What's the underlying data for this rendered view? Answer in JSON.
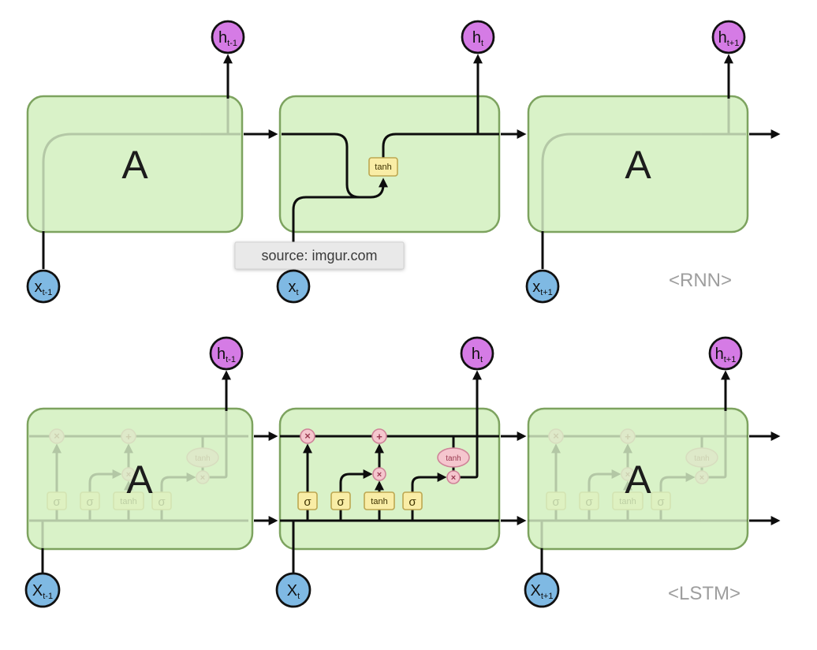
{
  "colors": {
    "background": "#ffffff",
    "line": "#0d0d0d",
    "cell_fill": "#d9f2c8",
    "cell_stroke": "#7da35f",
    "cell_label_text": "#1c1c1c",
    "h_node_fill": "#d57be5",
    "x_node_fill": "#7fb9e3",
    "node_stroke": "#111111",
    "gate_fill": "#f9eda6",
    "gate_stroke": "#bda751",
    "gate_text": "#3d3200",
    "op_fill": "#f5c6ce",
    "op_stroke": "#cf8398",
    "op_text": "#993a50",
    "caption_text": "#9e9e9e",
    "tooltip_bg": "#e9e9e9",
    "tooltip_border": "#d2d2d2",
    "tooltip_text": "#3a3a3a"
  },
  "tooltip": {
    "text": "source: imgur.com"
  },
  "rnn": {
    "caption": "<RNN>",
    "cell_label": "A",
    "activation_label": "tanh",
    "outputs": [
      {
        "base": "h",
        "sub": "t-1"
      },
      {
        "base": "h",
        "sub": "t"
      },
      {
        "base": "h",
        "sub": "t+1"
      }
    ],
    "inputs": [
      {
        "base": "x",
        "sub": "t-1"
      },
      {
        "base": "x",
        "sub": "t"
      },
      {
        "base": "x",
        "sub": "t+1"
      }
    ]
  },
  "lstm": {
    "caption": "<LSTM>",
    "cell_label": "A",
    "gate_labels": [
      "σ",
      "σ",
      "tanh",
      "σ"
    ],
    "op_labels": {
      "multiply": "×",
      "add": "+",
      "tanh": "tanh"
    },
    "outputs": [
      {
        "base": "h",
        "sub": "t-1"
      },
      {
        "base": "h",
        "sub": "t"
      },
      {
        "base": "h",
        "sub": "t+1"
      }
    ],
    "inputs": [
      {
        "base": "X",
        "sub": "t-1"
      },
      {
        "base": "X",
        "sub": "t"
      },
      {
        "base": "X",
        "sub": "t+1"
      }
    ]
  }
}
